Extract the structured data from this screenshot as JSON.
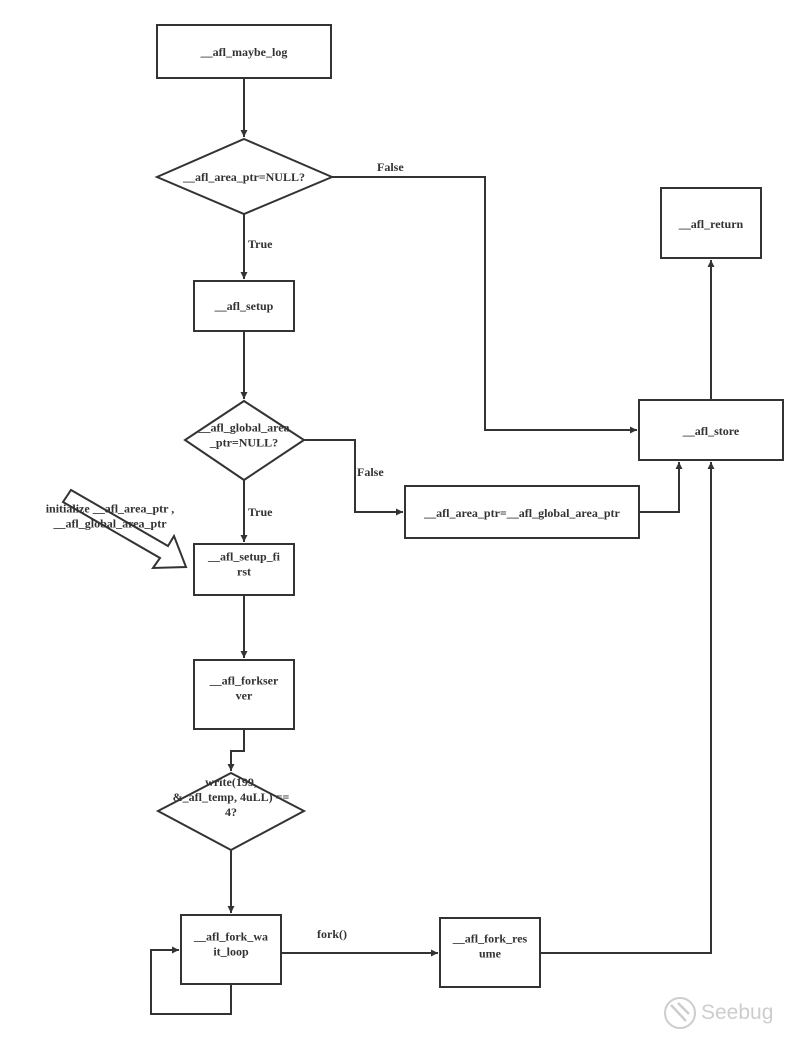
{
  "nodes": {
    "maybe_log": {
      "lines": [
        "__afl_maybe_log"
      ]
    },
    "area_ptr_check": {
      "lines": [
        "__afl_area_ptr=NULL?"
      ]
    },
    "setup": {
      "lines": [
        "__afl_setup"
      ]
    },
    "global_area_check": {
      "lines": [
        "__afl_global_area",
        "_ptr=NULL?"
      ]
    },
    "setup_first": {
      "lines": [
        "__afl_setup_fi",
        "rst"
      ]
    },
    "forkserver": {
      "lines": [
        "__afl_forkser",
        "ver"
      ]
    },
    "write_check": {
      "lines": [
        "write(199,",
        "&_afl_temp, 4uLL) ==",
        "4?"
      ]
    },
    "fork_wait_loop": {
      "lines": [
        "__afl_fork_wa",
        "it_loop"
      ]
    },
    "fork_resume": {
      "lines": [
        "__afl_fork_res",
        "ume"
      ]
    },
    "area_ptr_assign": {
      "lines": [
        "__afl_area_ptr=__afl_global_area_ptr"
      ]
    },
    "store": {
      "lines": [
        "__afl_store"
      ],
      "color": "#e53333"
    },
    "return": {
      "lines": [
        "__afl_return"
      ]
    }
  },
  "edge_labels": {
    "false_1": "False",
    "true_1": "True",
    "false_2": "False",
    "true_2": "True",
    "fork": "fork()"
  },
  "annotation": {
    "lines": [
      "initialize __afl_area_ptr ,",
      "__afl_global_area_ptr"
    ]
  },
  "watermark": {
    "text": "Seebug",
    "icon": "seebug-logo-icon"
  }
}
